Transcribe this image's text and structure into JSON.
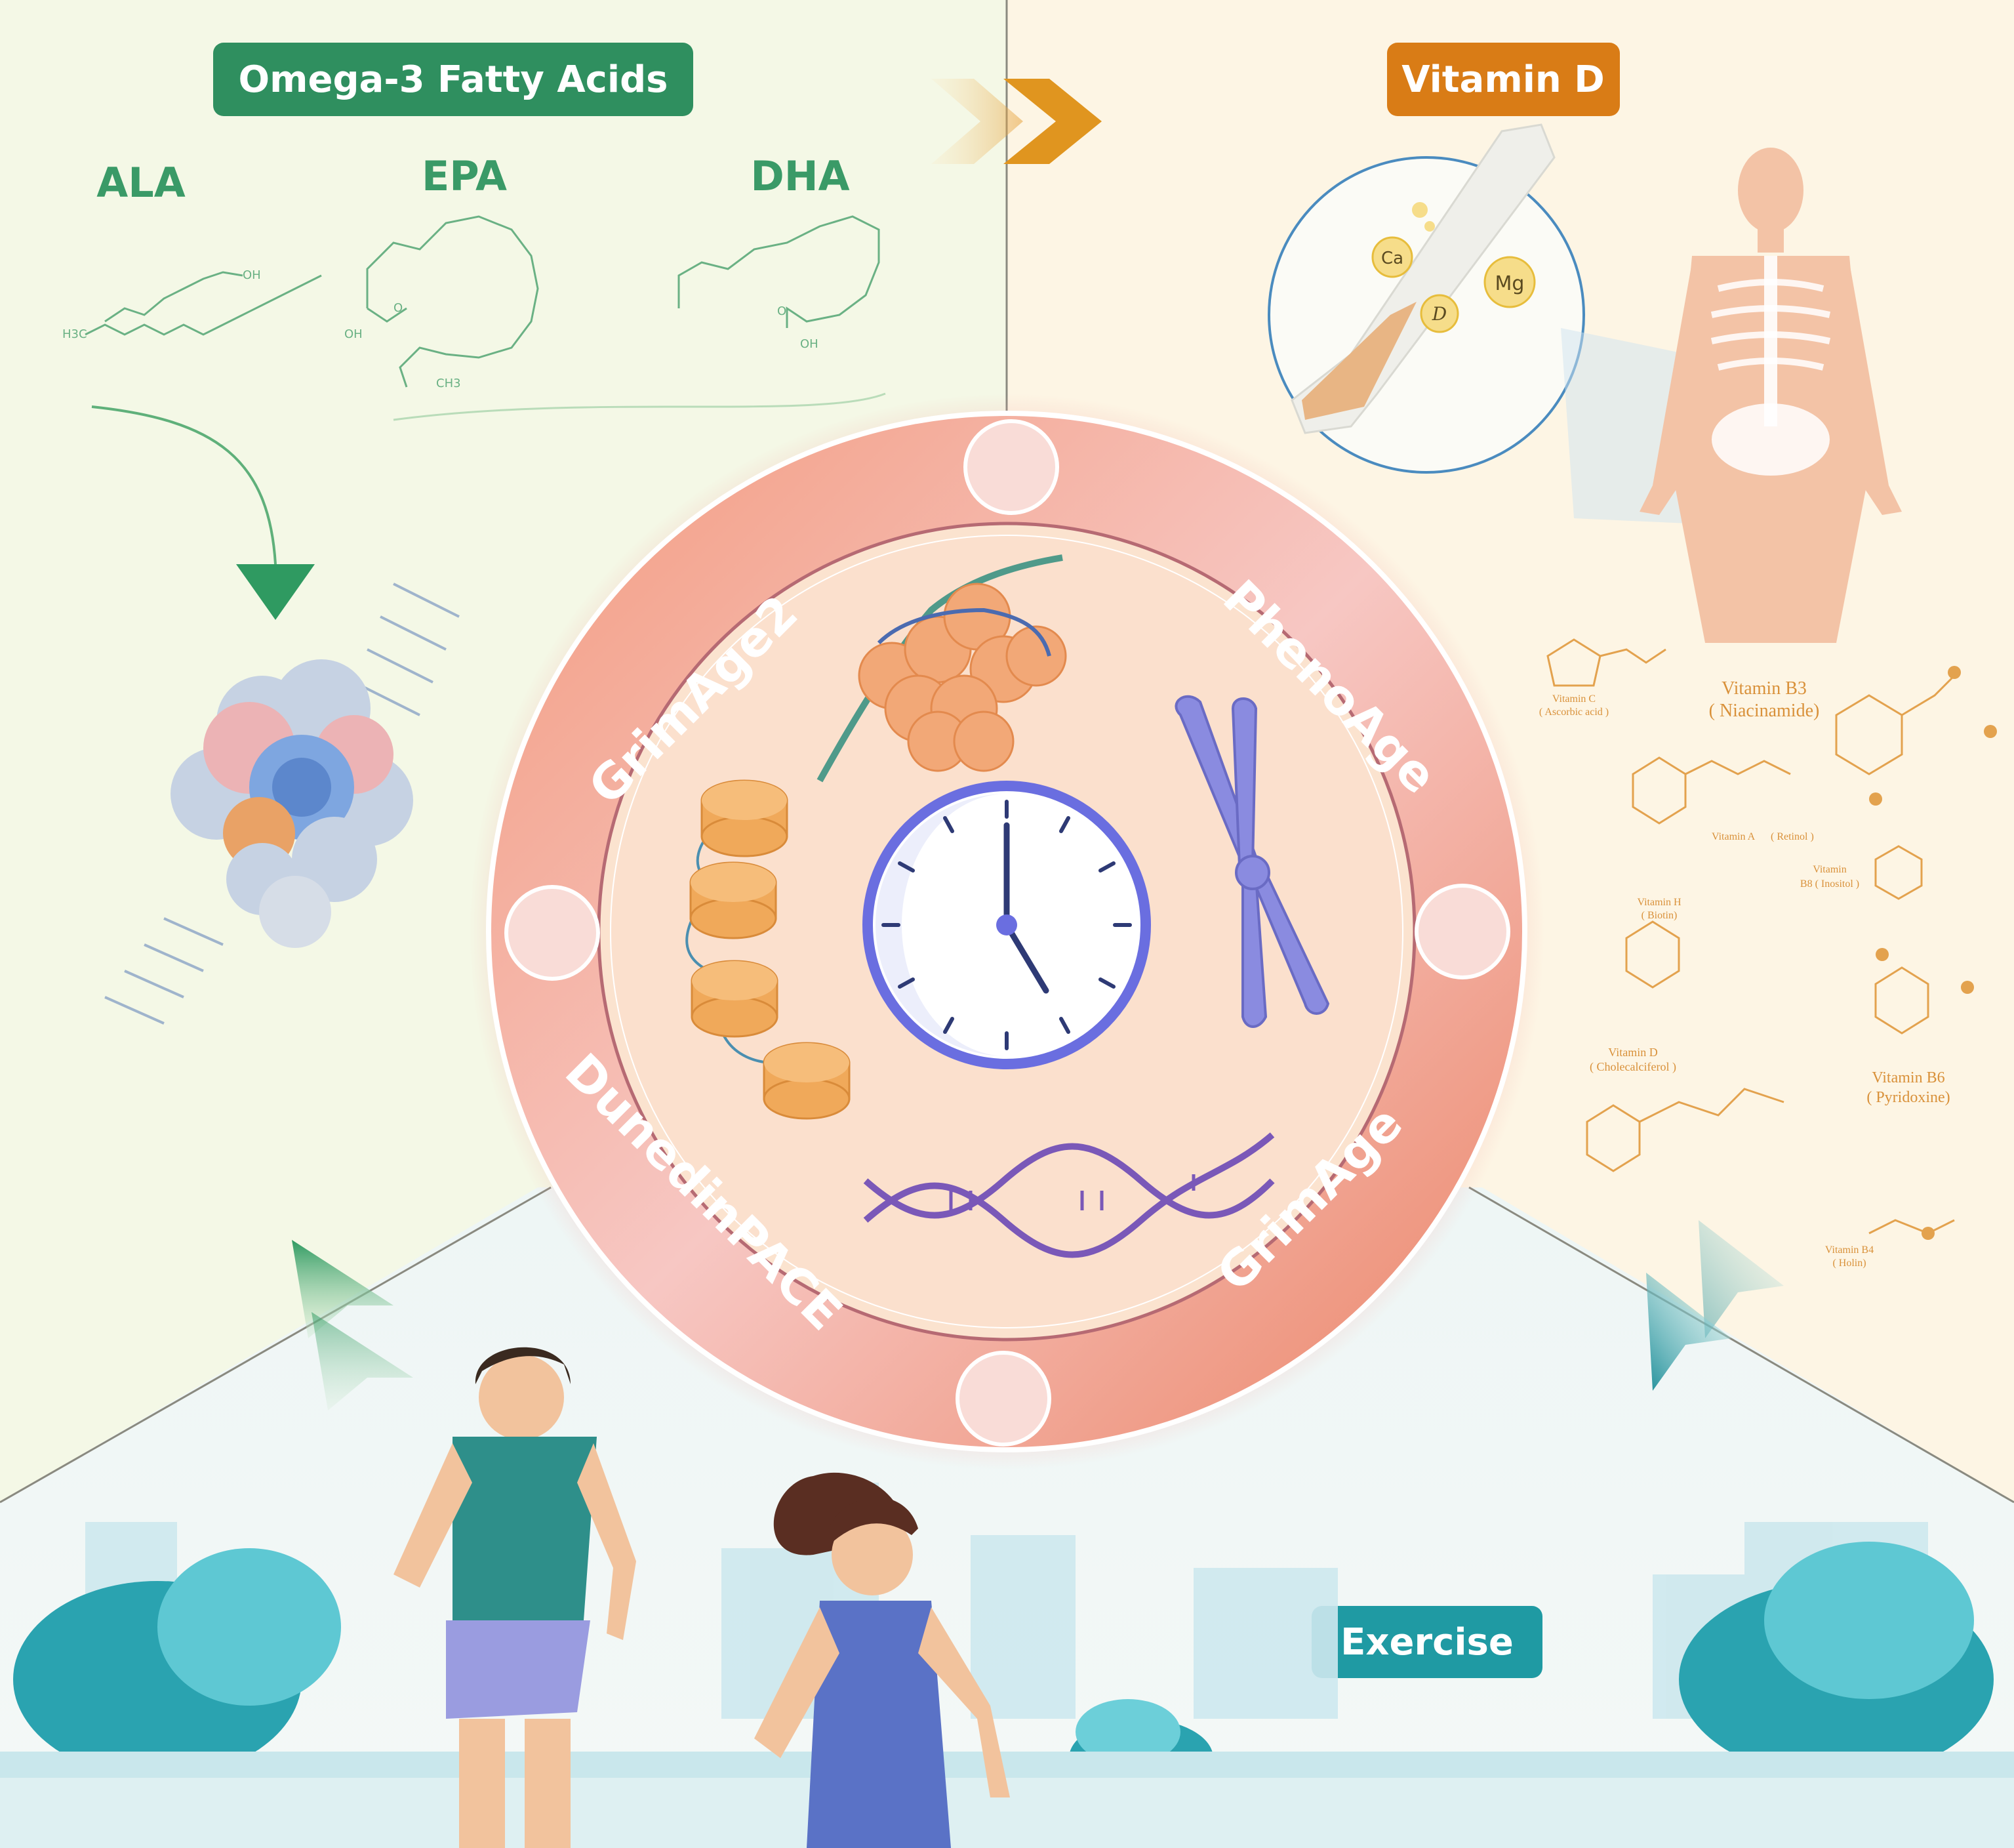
{
  "sections": {
    "omega3": {
      "title": "Omega-3 Fatty Acids",
      "color": "#2f8f5f",
      "molecules": [
        {
          "name": "ALA",
          "atoms": [
            "OH",
            "H3C"
          ]
        },
        {
          "name": "EPA",
          "atoms": [
            "OH",
            "O",
            "CH3"
          ]
        },
        {
          "name": "DHA",
          "atoms": [
            "O",
            "OH"
          ]
        }
      ]
    },
    "vitamin_d": {
      "title": "Vitamin D",
      "color": "#d97c16",
      "minerals": [
        "Ca",
        "Mg",
        "D"
      ]
    },
    "exercise": {
      "title": "Exercise",
      "color": "#1f9aa3"
    }
  },
  "clock_ring": {
    "labels": [
      "GrimAge2",
      "PhenoAge",
      "DunedinPACE",
      "GrimAge"
    ],
    "ring_color": "#ec8c6c"
  },
  "vitamins": [
    {
      "name": "Vitamin C",
      "sub": "( Ascorbic acid )"
    },
    {
      "name": "Vitamin B3",
      "sub": "( Niacinamide)"
    },
    {
      "name": "Vitamin A",
      "sub": "( Retinol )"
    },
    {
      "name": "Vitamin",
      "sub": "B8 ( Inositol )"
    },
    {
      "name": "Vitamin H",
      "sub": "( Biotin)"
    },
    {
      "name": "Vitamin D",
      "sub": "( Cholecalciferol )"
    },
    {
      "name": "Vitamin B6",
      "sub": "( Pyridoxine)"
    },
    {
      "name": "Vitamin B4",
      "sub": "( Holin)"
    }
  ]
}
